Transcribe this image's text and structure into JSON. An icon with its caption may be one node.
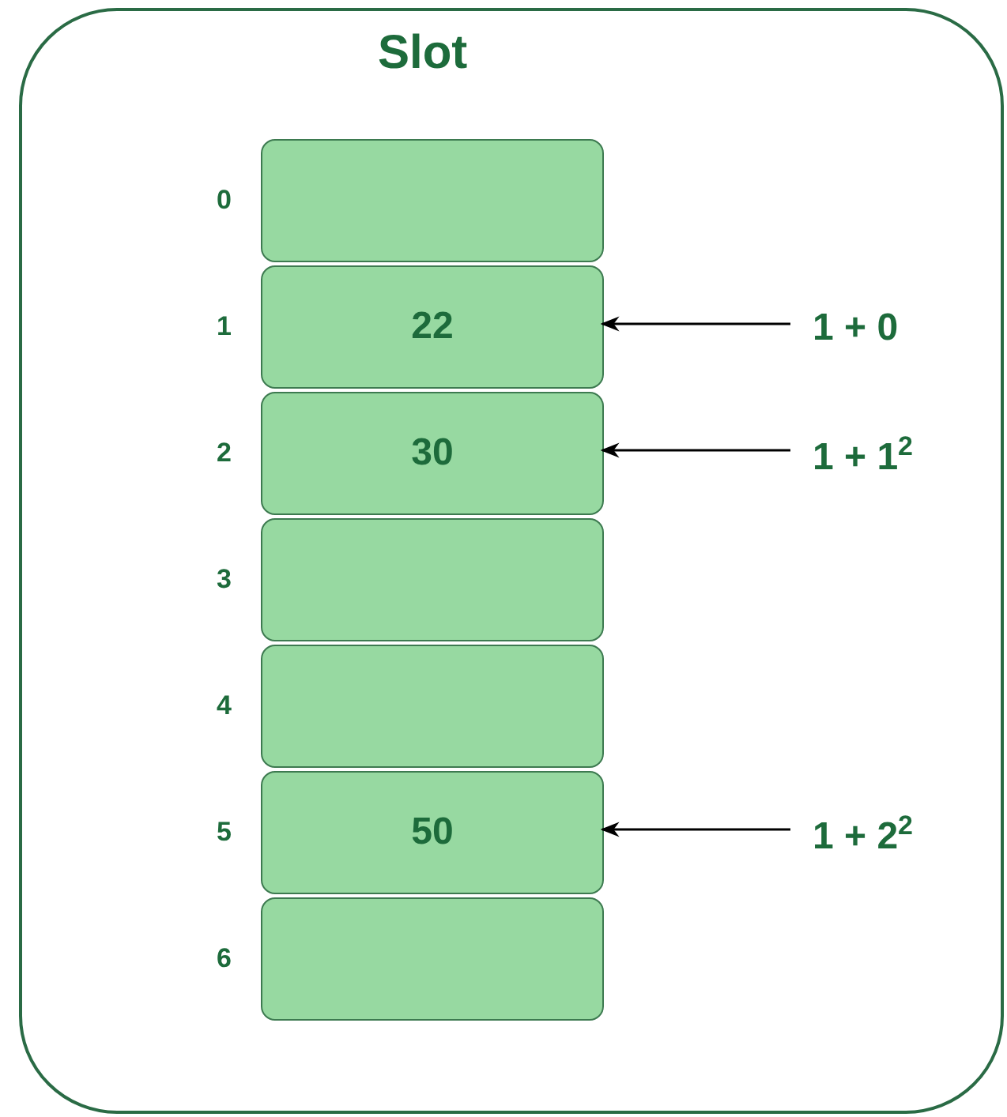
{
  "diagram": {
    "nodes": [
      {
        "text": [
          "Slot"
        ]
      },
      {
        "text": [],
        "shape": "box",
        "in": 0,
        "beside": [
          "0"
        ]
      },
      {
        "text": [
          "22"
        ],
        "in": 0,
        "beside": [
          "1"
        ]
      },
      {
        "text": [
          "30"
        ],
        "in": 0,
        "beside": [
          "2"
        ]
      },
      {
        "text": [],
        "shape": "box",
        "in": 0,
        "beside": [
          "3"
        ]
      },
      {
        "text": [],
        "shape": "box",
        "in": 0,
        "beside": [
          "4"
        ]
      },
      {
        "text": [
          "50"
        ],
        "in": 0,
        "beside": [
          "5"
        ]
      },
      {
        "text": [],
        "shape": "box",
        "in": 0,
        "beside": [
          "6"
        ]
      },
      {
        "text": [
          "1 + 0"
        ],
        "in": 0
      },
      {
        "text": [
          "1 + 1$^{2}$"
        ],
        "in": 0
      },
      {
        "text": [
          "1 + 2$^{2}$"
        ],
        "in": 0
      }
    ],
    "edges": [
      {
        "from": 8,
        "to": 2,
        "arrow": "to"
      },
      {
        "from": 9,
        "to": 3,
        "arrow": "to"
      },
      {
        "from": 10,
        "to": 6,
        "arrow": "to"
      }
    ]
  }
}
